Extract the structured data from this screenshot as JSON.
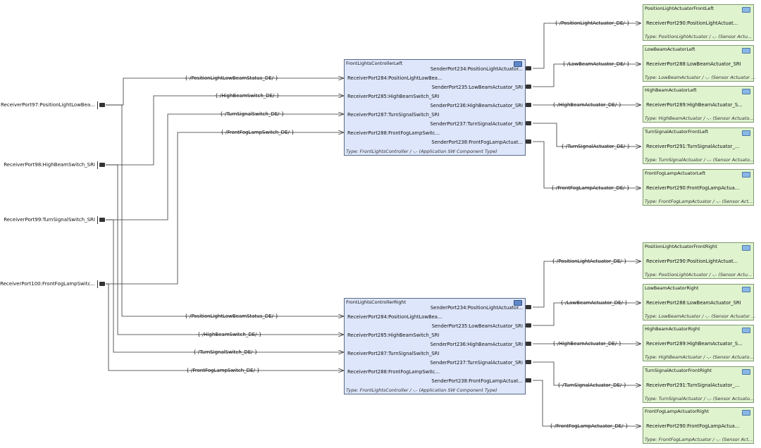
{
  "left_ports": [
    {
      "label": "ReceiverPort97:PositionLightLowBea..."
    },
    {
      "label": "ReceiverPort98:HighBeamSwitch_SRI"
    },
    {
      "label": "ReceiverPort99:TurnSignalSwitch_SRI"
    },
    {
      "label": "ReceiverPort100:FrontFogLampSwitc..."
    }
  ],
  "controllers": [
    {
      "title": "FrontLightsControllerLeft",
      "receivers": [
        "ReceiverPort284:PositionLightLowBea...",
        "ReceiverPort285:HighBeamSwitch_SRI",
        "ReceiverPort287:TurnSignalSwitch_SRI",
        "ReceiverPort288:FrontFogLampSwitc..."
      ],
      "senders": [
        "SenderPort234:PositionLightActuator...",
        "SenderPort235:LowBeamActuator_SRI",
        "SenderPort236:HighBeamActuator_SRI",
        "SenderPort237:TurnSignalActuator_SRI",
        "SenderPort238:FrontFogLampActuat..."
      ],
      "type": "Type: FrontLightsController / -,- (Application SW Component Type)",
      "in_connectors": [
        "{-/PositionLightLowBeamStatus_DE/-}",
        "{-/HighBeamSwitch_DE/-}",
        "{-/TurnSignalSwitch_DE/-}",
        "{-/FrontFogLampSwitch_DE/-}"
      ],
      "out_connectors": [
        "{-/PositionLightActuator_DE/-}",
        "{-/LowBeamActuator_DE/-}",
        "{-/HighBeamActuator_DE/-}",
        "{-/TurnSignalActuator_DE/-}",
        "{-/FrontFogLampActuator_DE/-}"
      ]
    },
    {
      "title": "FrontLightsControllerRight",
      "receivers": [
        "ReceiverPort284:PositionLightLowBea...",
        "ReceiverPort285:HighBeamSwitch_SRI",
        "ReceiverPort287:TurnSignalSwitch_SRI",
        "ReceiverPort288:FrontFogLampSwitc..."
      ],
      "senders": [
        "SenderPort234:PositionLightActuator...",
        "SenderPort235:LowBeamActuator_SRI",
        "SenderPort236:HighBeamActuator_SRI",
        "SenderPort237:TurnSignalActuator_SRI",
        "SenderPort238:FrontFogLampActuat..."
      ],
      "type": "Type: FrontLightsController / -,- (Application SW Component Type)",
      "in_connectors": [
        "{-/PositionLightLowBeamStatus_DE/-}",
        "{-/HighBeamSwitch_DE/-}",
        "{-/TurnSignalSwitch_DE/-}",
        "{-/FrontFogLampSwitch_DE/-}"
      ],
      "out_connectors": [
        "{-/PositionLightActuator_DE/-}",
        "{-/LowBeamActuator_DE/-}",
        "{-/HighBeamActuator_DE/-}",
        "{-/TurnSignalActuator_DE/-}",
        "{-/FrontFogLampActuator_DE/-}"
      ]
    }
  ],
  "actuators": [
    {
      "title": "PositionLightActuatorFrontLeft",
      "port": "ReceiverPort290:PositionLightActuat...",
      "type": "Type: PositionLightActuator / -,- (Sensor Actu..."
    },
    {
      "title": "LowBeamActuatorLeft",
      "port": "ReceiverPort288:LowBeamActuator_SRI",
      "type": "Type: LowBeamActuator / -,- (Sensor Actuator ..."
    },
    {
      "title": "HighBeamActuatorLeft",
      "port": "ReceiverPort289:HighBeamActuator_S...",
      "type": "Type: HighBeamActuator / -,- (Sensor Actuato..."
    },
    {
      "title": "TurnSignalActuatorFrontLeft",
      "port": "ReceiverPort291:TurnSignalActuator_...",
      "type": "Type: TurnSignalActuator / -,- (Sensor Actuato..."
    },
    {
      "title": "FrontFogLampActuatorLeft",
      "port": "ReceiverPort290:FrontFogLampActua...",
      "type": "Type: FrontFogLampActuator / -,- (Sensor Act..."
    },
    {
      "title": "PositionLightActuatorFrontRight",
      "port": "ReceiverPort290:PositionLightActuat...",
      "type": "Type: PositionLightActuator / -,- (Sensor Actu..."
    },
    {
      "title": "LowBeamActuatorRight",
      "port": "ReceiverPort288:LowBeamActuator_SRI",
      "type": "Type: LowBeamActuator / -,- (Sensor Actuator ..."
    },
    {
      "title": "HighBeamActuatorRight",
      "port": "ReceiverPort289:HighBeamActuator_S...",
      "type": "Type: HighBeamActuator / -,- (Sensor Actuato..."
    },
    {
      "title": "TurnSignalActuatorFrontRight",
      "port": "ReceiverPort291:TurnSignalActuator_...",
      "type": "Type: TurnSignalActuator / -,- (Sensor Actuato..."
    },
    {
      "title": "FrontFogLampActuatorRight",
      "port": "ReceiverPort290:FrontFogLampActua...",
      "type": "Type: FrontFogLampActuator / -,- (Sensor Act..."
    }
  ],
  "colors": {
    "controller_fill": "#dde6fb",
    "actuator_fill": "#dff3cf",
    "wire": "#333333"
  }
}
